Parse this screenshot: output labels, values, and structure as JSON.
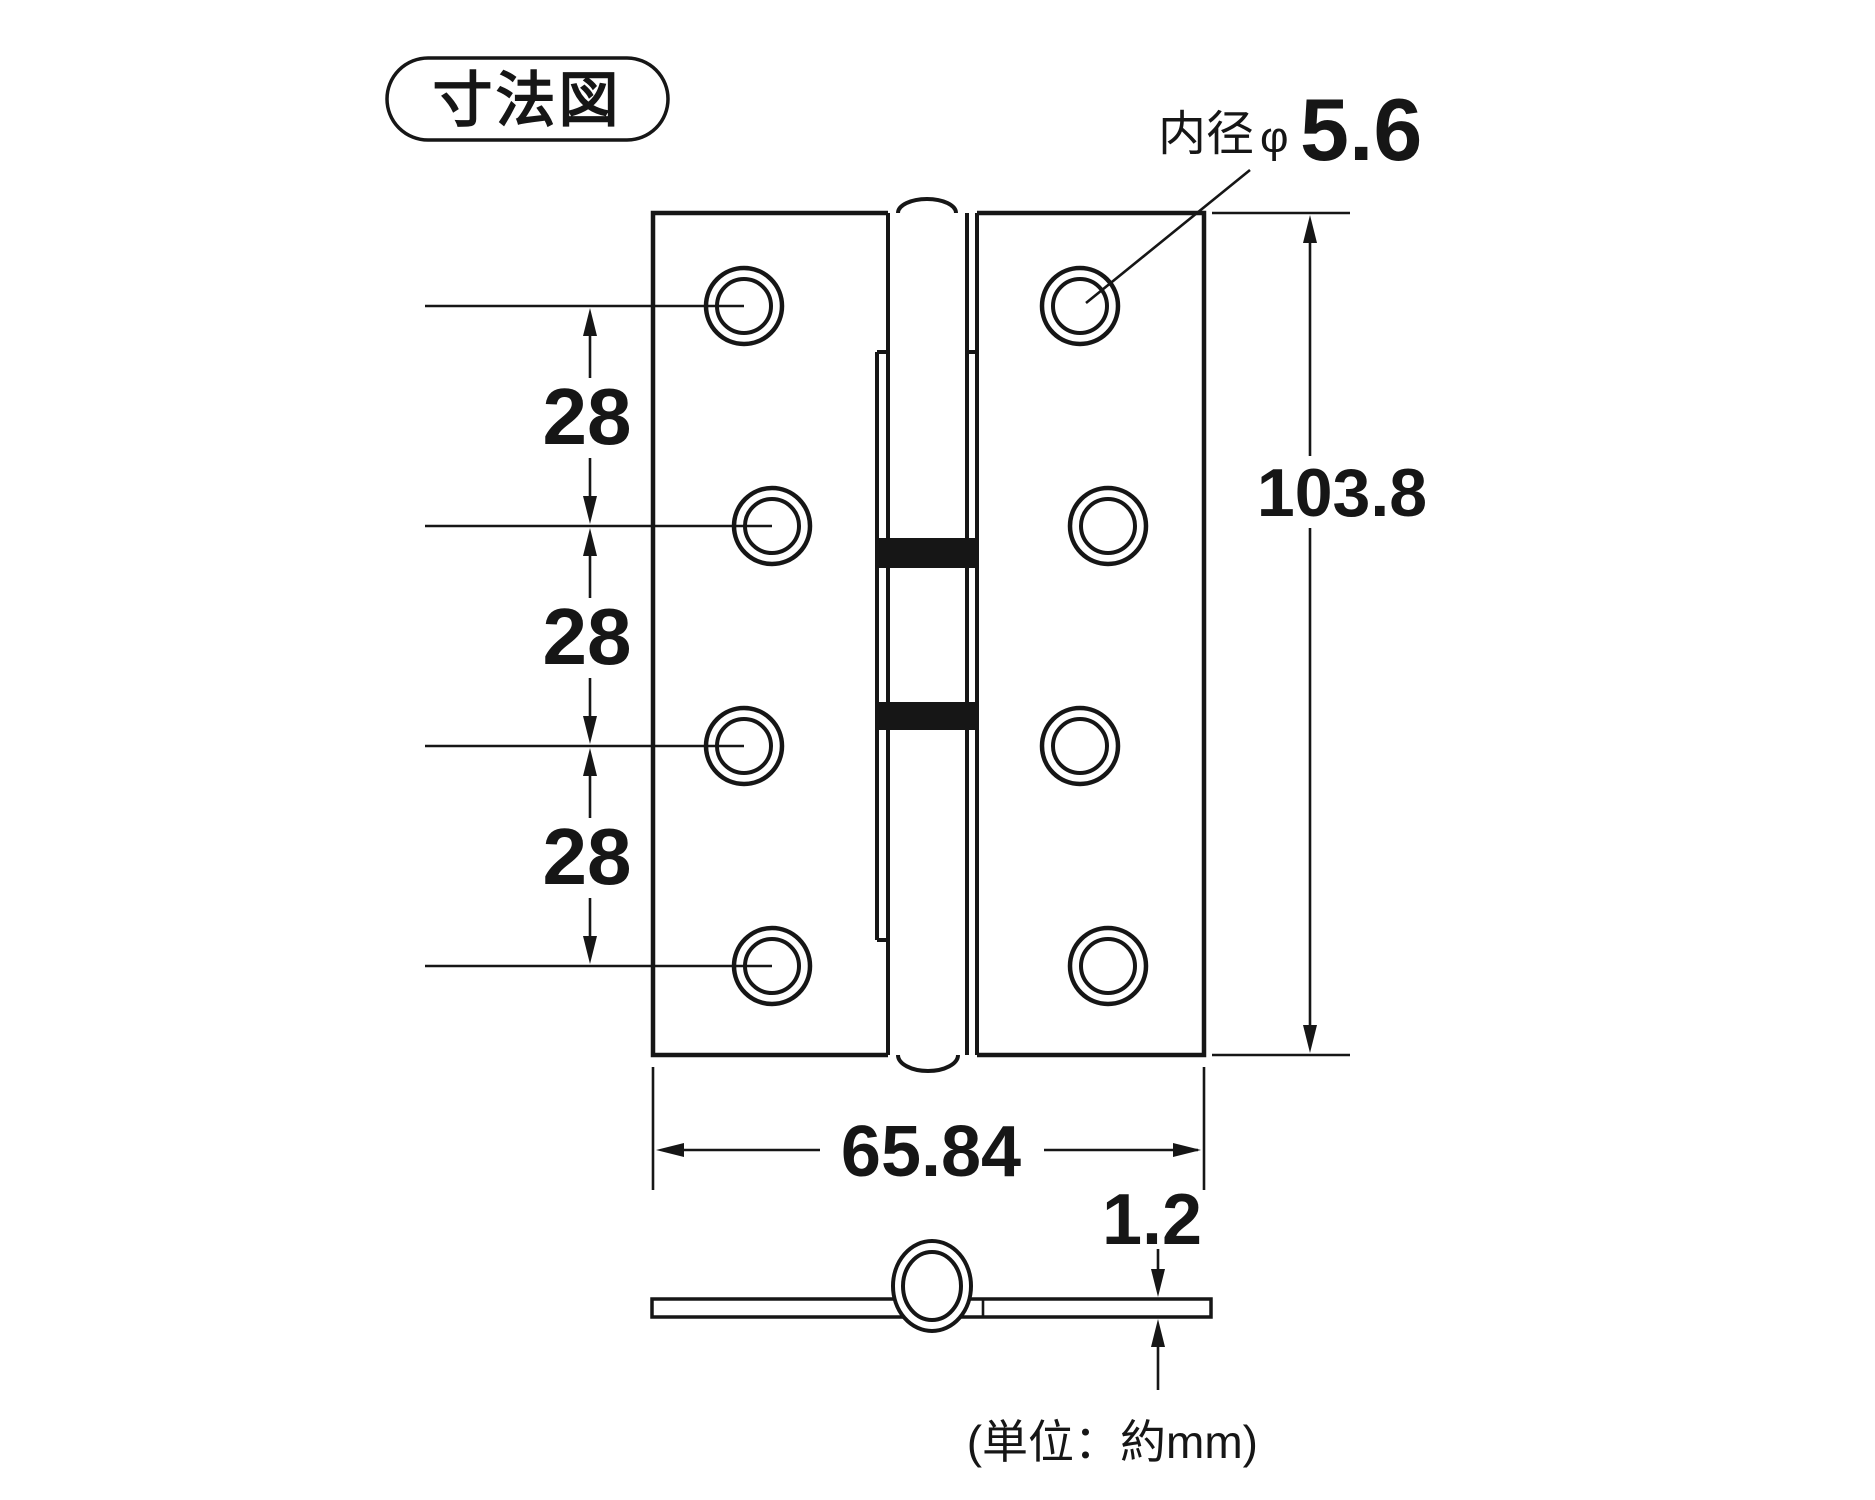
{
  "title_badge": {
    "label": "寸法図"
  },
  "annotations": {
    "inner_diameter": {
      "prefix": "内径",
      "phi": "φ",
      "value": "5.6"
    },
    "hole_spacings": {
      "labels": [
        "28",
        "28",
        "28"
      ],
      "unit_mm": 28
    },
    "height": {
      "value": "103.8"
    },
    "width": {
      "value": "65.84"
    },
    "thickness": {
      "value": "1.2"
    },
    "unit_note": "(単位：約mm)"
  },
  "drawing": {
    "type": "hinge-dimension-diagram",
    "views": [
      "front",
      "side-section"
    ],
    "front_view": {
      "hole_rows": 4,
      "holes_per_row": 2,
      "row_spacing_mm": 28,
      "black_bands": 2
    },
    "colors": {
      "ink": "#161616",
      "background": "#ffffff"
    }
  }
}
